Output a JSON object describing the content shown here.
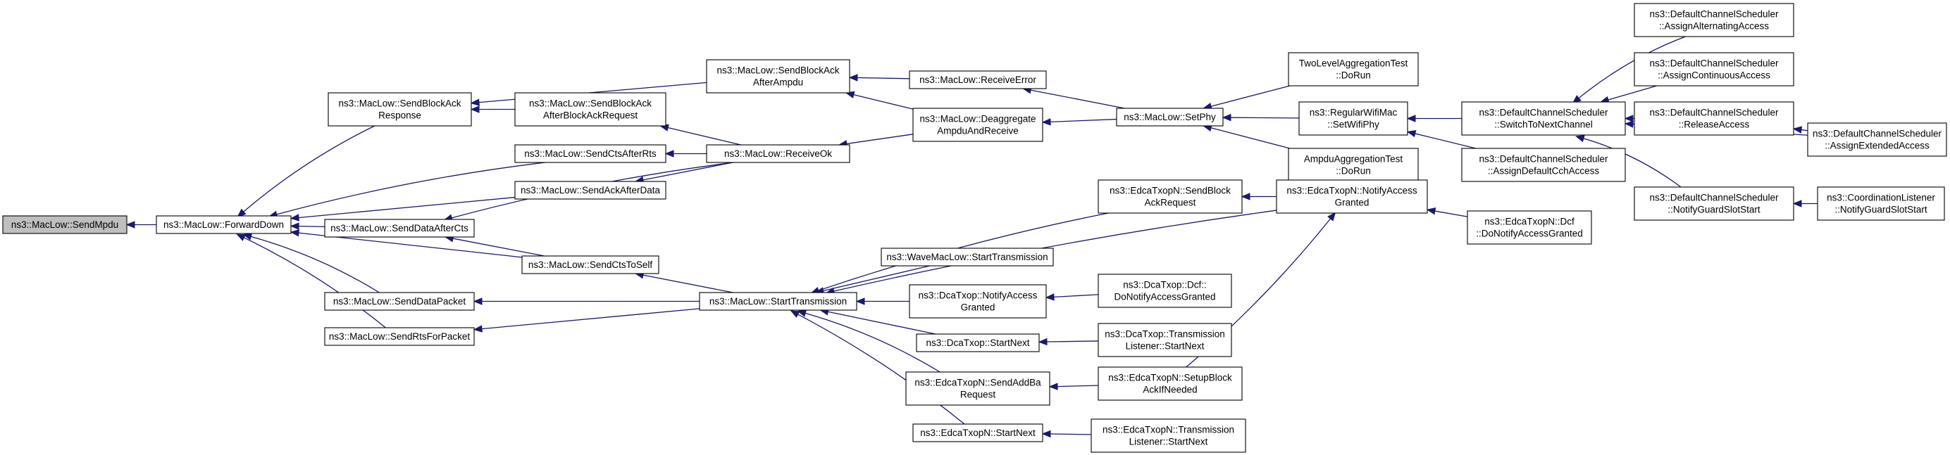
{
  "graph": {
    "direction": "right-to-left",
    "edge_color": "#191970",
    "root_fill": "#bfbfbf",
    "nodes": [
      {
        "id": "sendmpdu",
        "lines": [
          "ns3::MacLow::SendMpdu"
        ],
        "root": true
      },
      {
        "id": "forwarddown",
        "lines": [
          "ns3::MacLow::ForwardDown"
        ]
      },
      {
        "id": "sendblockackresponse",
        "lines": [
          "ns3::MacLow::SendBlockAck",
          "Response"
        ]
      },
      {
        "id": "sendctsafterrts",
        "lines": [
          "ns3::MacLow::SendCtsAfterRts"
        ]
      },
      {
        "id": "sendackafterdata",
        "lines": [
          "ns3::MacLow::SendAckAfterData"
        ]
      },
      {
        "id": "senddataafterCts",
        "lines": [
          "ns3::MacLow::SendDataAfterCts"
        ]
      },
      {
        "id": "sendctstoself",
        "lines": [
          "ns3::MacLow::SendCtsToSelf"
        ]
      },
      {
        "id": "senddatapacket",
        "lines": [
          "ns3::MacLow::SendDataPacket"
        ]
      },
      {
        "id": "sendrtsforpacket",
        "lines": [
          "ns3::MacLow::SendRtsForPacket"
        ]
      },
      {
        "id": "sendblockackafterbar",
        "lines": [
          "ns3::MacLow::SendBlockAck",
          "AfterBlockAckRequest"
        ]
      },
      {
        "id": "sendblockackafterampdu",
        "lines": [
          "ns3::MacLow::SendBlockAck",
          "AfterAmpdu"
        ]
      },
      {
        "id": "receiveok",
        "lines": [
          "ns3::MacLow::ReceiveOk"
        ]
      },
      {
        "id": "starttransmission",
        "lines": [
          "ns3::MacLow::StartTransmission"
        ]
      },
      {
        "id": "receiveerror",
        "lines": [
          "ns3::MacLow::ReceiveError"
        ]
      },
      {
        "id": "deaggregate",
        "lines": [
          "ns3::MacLow::Deaggregate",
          "AmpduAndReceive"
        ]
      },
      {
        "id": "setphy",
        "lines": [
          "ns3::MacLow::SetPhy"
        ]
      },
      {
        "id": "twolevelagg",
        "lines": [
          "TwoLevelAggregationTest",
          "::DoRun"
        ]
      },
      {
        "id": "regularwifimac",
        "lines": [
          "ns3::RegularWifiMac",
          "::SetWifiPhy"
        ]
      },
      {
        "id": "ampduagg",
        "lines": [
          "AmpduAggregationTest",
          "::DoRun"
        ]
      },
      {
        "id": "switchtonext",
        "lines": [
          "ns3::DefaultChannelScheduler",
          "::SwitchToNextChannel"
        ]
      },
      {
        "id": "assigndefaultcch",
        "lines": [
          "ns3::DefaultChannelScheduler",
          "::AssignDefaultCchAccess"
        ]
      },
      {
        "id": "assignalternating",
        "lines": [
          "ns3::DefaultChannelScheduler",
          "::AssignAlternatingAccess"
        ]
      },
      {
        "id": "assigncontinuous",
        "lines": [
          "ns3::DefaultChannelScheduler",
          "::AssignContinuousAccess"
        ]
      },
      {
        "id": "releaseaccess",
        "lines": [
          "ns3::DefaultChannelScheduler",
          "::ReleaseAccess"
        ]
      },
      {
        "id": "assignextended",
        "lines": [
          "ns3::DefaultChannelScheduler",
          "::AssignExtendedAccess"
        ]
      },
      {
        "id": "notifyguardslot",
        "lines": [
          "ns3::DefaultChannelScheduler",
          "::NotifyGuardSlotStart"
        ]
      },
      {
        "id": "coordlistener",
        "lines": [
          "ns3::CoordinationListener",
          "::NotifyGuardSlotStart"
        ]
      },
      {
        "id": "edcasendblockackreq",
        "lines": [
          "ns3::EdcaTxopN::SendBlock",
          "AckRequest"
        ]
      },
      {
        "id": "wavemacstart",
        "lines": [
          "ns3::WaveMacLow::StartTransmission"
        ]
      },
      {
        "id": "dcanotifyaccess",
        "lines": [
          "ns3::DcaTxop::NotifyAccess",
          "Granted"
        ]
      },
      {
        "id": "dcastartnext",
        "lines": [
          "ns3::DcaTxop::StartNext"
        ]
      },
      {
        "id": "edcasendaddba",
        "lines": [
          "ns3::EdcaTxopN::SendAddBa",
          "Request"
        ]
      },
      {
        "id": "edcastartnext",
        "lines": [
          "ns3::EdcaTxopN::StartNext"
        ]
      },
      {
        "id": "edcanotifyaccess",
        "lines": [
          "ns3::EdcaTxopN::NotifyAccess",
          "Granted"
        ]
      },
      {
        "id": "edcadcfnotify",
        "lines": [
          "ns3::EdcaTxopN::Dcf",
          "::DoNotifyAccessGranted"
        ]
      },
      {
        "id": "dcadcfnotify",
        "lines": [
          "ns3::DcaTxop::Dcf::",
          "DoNotifyAccessGranted"
        ]
      },
      {
        "id": "dcatranslistener",
        "lines": [
          "ns3::DcaTxop::Transmission",
          "Listener::StartNext"
        ]
      },
      {
        "id": "edcasetupblockack",
        "lines": [
          "ns3::EdcaTxopN::SetupBlock",
          "AckIfNeeded"
        ]
      },
      {
        "id": "edcatranslistener",
        "lines": [
          "ns3::EdcaTxopN::Transmission",
          "Listener::StartNext"
        ]
      }
    ],
    "edges": [
      {
        "from": "forwarddown",
        "to": "sendmpdu"
      },
      {
        "from": "sendblockackresponse",
        "to": "forwarddown"
      },
      {
        "from": "sendctsafterrts",
        "to": "forwarddown"
      },
      {
        "from": "sendackafterdata",
        "to": "forwarddown"
      },
      {
        "from": "senddataafterCts",
        "to": "forwarddown"
      },
      {
        "from": "sendctstoself",
        "to": "forwarddown"
      },
      {
        "from": "senddatapacket",
        "to": "forwarddown"
      },
      {
        "from": "sendrtsforpacket",
        "to": "forwarddown"
      },
      {
        "from": "sendblockackafterampdu",
        "to": "sendblockackresponse"
      },
      {
        "from": "sendblockackafterbar",
        "to": "sendblockackresponse"
      },
      {
        "from": "receiveok",
        "to": "sendblockackafterbar"
      },
      {
        "from": "receiveok",
        "to": "sendctsafterrts"
      },
      {
        "from": "receiveok",
        "to": "sendackafterdata"
      },
      {
        "from": "receiveok",
        "to": "senddataafterCts"
      },
      {
        "from": "sendctstoself",
        "to": "senddataafterCts"
      },
      {
        "from": "starttransmission",
        "to": "sendctstoself"
      },
      {
        "from": "starttransmission",
        "to": "senddatapacket"
      },
      {
        "from": "starttransmission",
        "to": "sendrtsforpacket"
      },
      {
        "from": "receiveerror",
        "to": "sendblockackafterampdu"
      },
      {
        "from": "deaggregate",
        "to": "sendblockackafterampdu"
      },
      {
        "from": "deaggregate",
        "to": "receiveok"
      },
      {
        "from": "setphy",
        "to": "receiveerror"
      },
      {
        "from": "setphy",
        "to": "deaggregate"
      },
      {
        "from": "twolevelagg",
        "to": "setphy"
      },
      {
        "from": "regularwifimac",
        "to": "setphy"
      },
      {
        "from": "ampduagg",
        "to": "setphy"
      },
      {
        "from": "switchtonext",
        "to": "regularwifimac"
      },
      {
        "from": "assigndefaultcch",
        "to": "regularwifimac"
      },
      {
        "from": "assignalternating",
        "to": "switchtonext"
      },
      {
        "from": "assigncontinuous",
        "to": "switchtonext"
      },
      {
        "from": "releaseaccess",
        "to": "switchtonext"
      },
      {
        "from": "assignextended",
        "to": "switchtonext"
      },
      {
        "from": "notifyguardslot",
        "to": "switchtonext"
      },
      {
        "from": "assignextended",
        "to": "releaseaccess"
      },
      {
        "from": "coordlistener",
        "to": "notifyguardslot"
      },
      {
        "from": "edcanotifyaccess",
        "to": "starttransmission"
      },
      {
        "from": "edcasendblockackreq",
        "to": "starttransmission"
      },
      {
        "from": "wavemacstart",
        "to": "starttransmission"
      },
      {
        "from": "dcanotifyaccess",
        "to": "starttransmission"
      },
      {
        "from": "dcastartnext",
        "to": "starttransmission"
      },
      {
        "from": "edcasendaddba",
        "to": "starttransmission"
      },
      {
        "from": "edcastartnext",
        "to": "starttransmission"
      },
      {
        "from": "edcanotifyaccess",
        "to": "edcasendblockackreq"
      },
      {
        "from": "edcadcfnotify",
        "to": "edcanotifyaccess"
      },
      {
        "from": "edcasetupblockack",
        "to": "edcanotifyaccess"
      },
      {
        "from": "dcadcfnotify",
        "to": "dcanotifyaccess"
      },
      {
        "from": "dcatranslistener",
        "to": "dcastartnext"
      },
      {
        "from": "edcasetupblockack",
        "to": "edcasendaddba"
      },
      {
        "from": "edcatranslistener",
        "to": "edcastartnext"
      }
    ]
  }
}
